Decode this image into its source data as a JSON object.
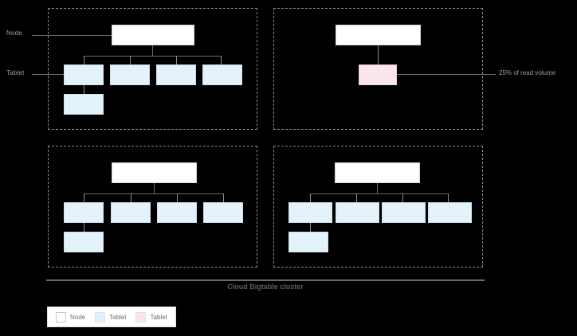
{
  "diagram": {
    "caption": "Cloud Bigtable cluster",
    "background_color": "#000000",
    "colors": {
      "node_fill": "#ffffff",
      "tablet_fill": "#e3f2fb",
      "hot_tablet_fill": "#fae6ec",
      "connector": "#6b6b6b",
      "quadrant_border": "#8a8a8a",
      "label_text": "#9e9e9e",
      "caption_text": "#5c5c5c"
    },
    "side_labels": {
      "node": "Node",
      "tablet": "Tablet"
    },
    "callout": {
      "text": "25% of read volume"
    },
    "legend": {
      "items": [
        {
          "label": "Node",
          "color": "#ffffff",
          "type": "node"
        },
        {
          "label": "Tablet",
          "color": "#e3f2fb",
          "type": "tablet"
        },
        {
          "label": "Tablet",
          "color": "#fae6ec",
          "type": "hot-tablet"
        }
      ]
    },
    "quadrants": [
      {
        "id": "node-group-top-left",
        "node_count": 1,
        "tablet_count": 5,
        "hot_tablet_count": 0,
        "tablets_in_row": 4,
        "tablets_in_second_row": 1
      },
      {
        "id": "node-group-top-right",
        "node_count": 1,
        "tablet_count": 0,
        "hot_tablet_count": 1,
        "tablets_in_row": 1,
        "tablets_in_second_row": 0
      },
      {
        "id": "node-group-bottom-left",
        "node_count": 1,
        "tablet_count": 5,
        "hot_tablet_count": 0,
        "tablets_in_row": 4,
        "tablets_in_second_row": 1
      },
      {
        "id": "node-group-bottom-right",
        "node_count": 1,
        "tablet_count": 5,
        "hot_tablet_count": 0,
        "tablets_in_row": 4,
        "tablets_in_second_row": 1
      }
    ]
  }
}
